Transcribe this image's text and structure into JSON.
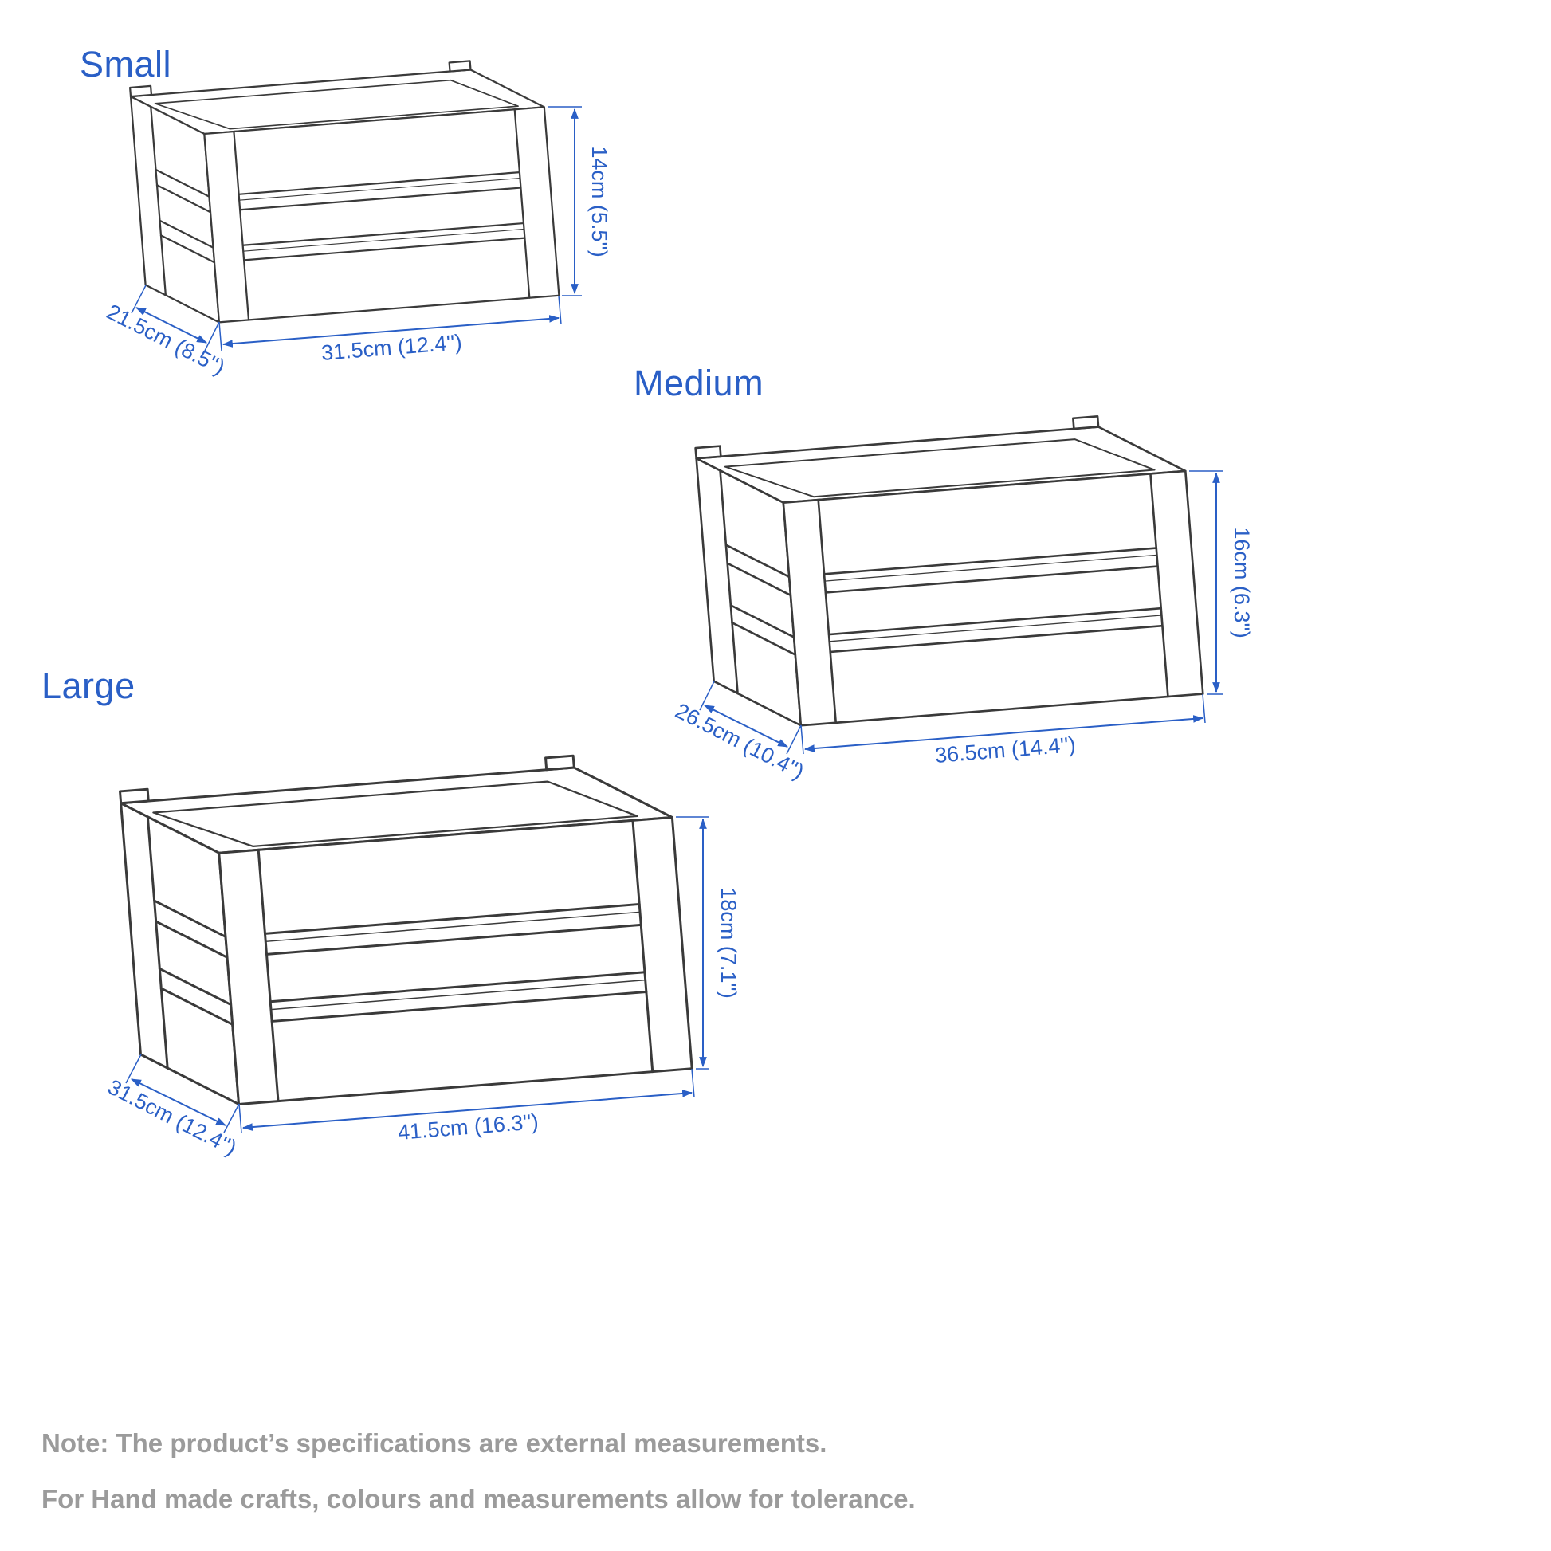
{
  "accent_color": "#2a5fc6",
  "note_color": "#9b9b9b",
  "line_color": "#3a3a3a",
  "sizes": {
    "small": {
      "label": "Small",
      "height": "14cm (5.5'')",
      "depth": "21.5cm (8.5'')",
      "width": "31.5cm (12.4'')"
    },
    "medium": {
      "label": "Medium",
      "height": "16cm (6.3'')",
      "depth": "26.5cm (10.4'')",
      "width": "36.5cm (14.4'')"
    },
    "large": {
      "label": "Large",
      "height": "18cm (7.1'')",
      "depth": "31.5cm (12.4'')",
      "width": "41.5cm (16.3'')"
    }
  },
  "notes": {
    "line1": "Note: The product’s specifications are external measurements.",
    "line2": "For Hand made crafts, colours and measurements allow for tolerance."
  }
}
